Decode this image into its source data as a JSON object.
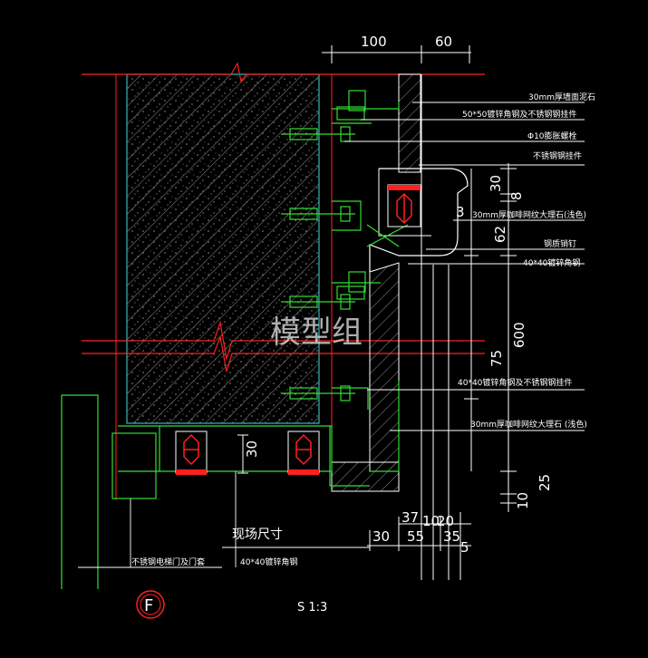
{
  "top_dims": [
    "100",
    "60"
  ],
  "annotations": [
    "30mm厚墙面泥石",
    "50*50镀锌角钢及不锈钢钢挂件",
    "Φ10膨胀螺栓",
    "不锈钢钢挂件",
    "30mm厚咖啡网纹大理石(浅色)",
    "钢质销钉",
    "40*40镀锌角钢",
    "40*40镀锌角钢及不锈钢钢挂件",
    "30mm厚咖啡网纹大理石 (浅色)"
  ],
  "side_dims": [
    "30",
    "8",
    "62",
    "600",
    "75",
    "25",
    "10"
  ],
  "inner_dims": [
    "3",
    "30"
  ],
  "bottom_dims": [
    "37",
    "10",
    "20",
    "30",
    "55",
    "35",
    "5"
  ],
  "bottom_labels": {
    "site_size": "现场尺寸",
    "door_frame": "不锈钢电梯门及门套",
    "angle_steel": "40*40镀锌角钢"
  },
  "section_mark": "F",
  "scale_label": "S 1:3",
  "watermark": "模型组",
  "colors": {
    "background": "#000000",
    "red": "#ff2020",
    "green": "#33dd33",
    "white": "#ffffff",
    "gray": "#8c8c8c",
    "cyan": "#37b7b7"
  }
}
